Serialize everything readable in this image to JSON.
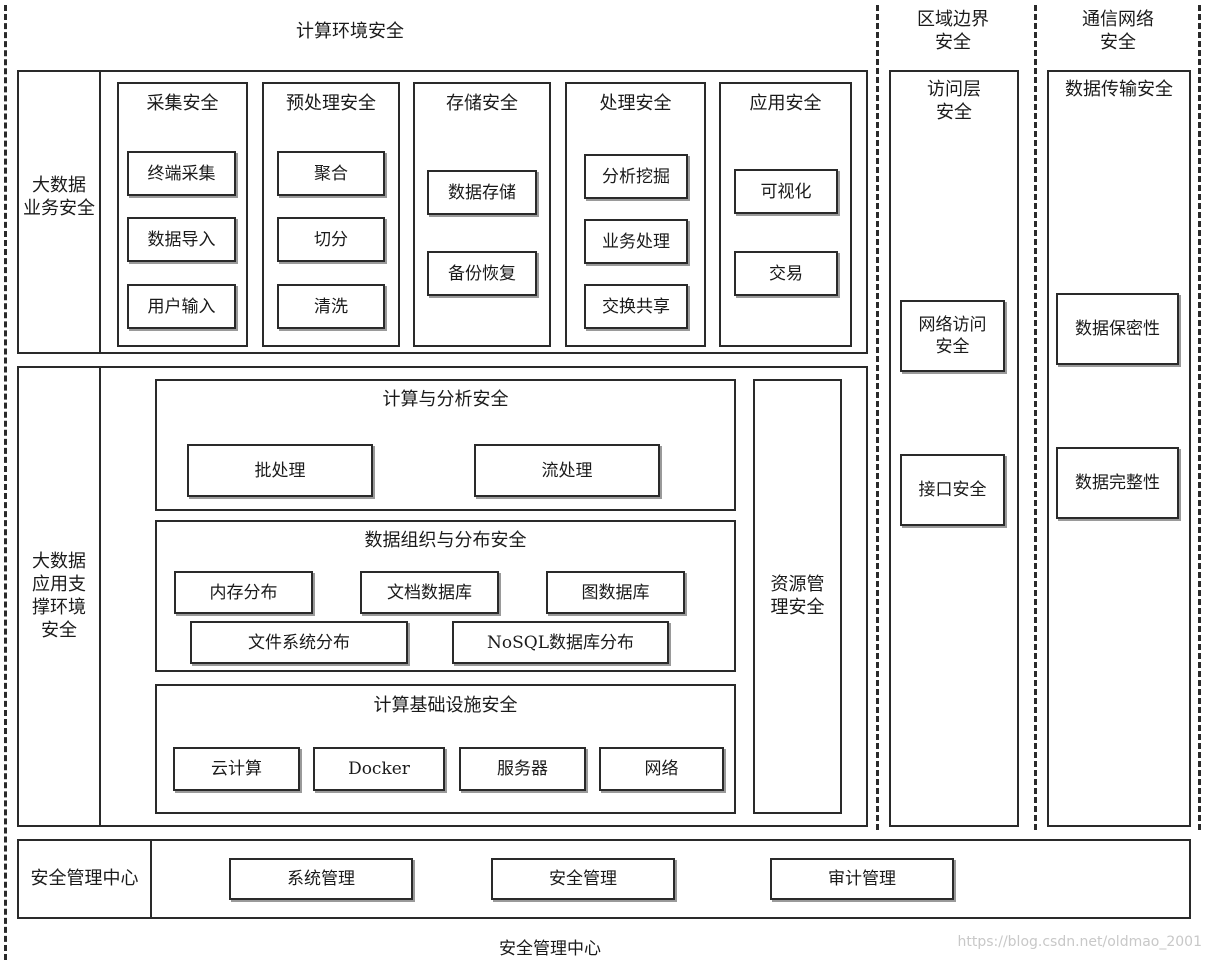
{
  "headers": {
    "compute_env": "计算环境安全",
    "region_boundary": "区域边界\n安全",
    "comm_network": "通信网络\n安全"
  },
  "bigdata_business": {
    "label": "大数据\n业务安全",
    "columns": [
      {
        "title": "采集安全",
        "items": [
          "终端采集",
          "数据导入",
          "用户输入"
        ]
      },
      {
        "title": "预处理安全",
        "items": [
          "聚合",
          "切分",
          "清洗"
        ]
      },
      {
        "title": "存储安全",
        "items": [
          "数据存储",
          "备份恢复"
        ]
      },
      {
        "title": "处理安全",
        "items": [
          "分析挖掘",
          "业务处理",
          "交换共享"
        ]
      },
      {
        "title": "应用安全",
        "items": [
          "可视化",
          "交易"
        ]
      }
    ]
  },
  "support_env": {
    "label": "大数据\n应用支\n撑环境\n安全",
    "compute_analysis": {
      "title": "计算与分析安全",
      "items": [
        "批处理",
        "流处理"
      ]
    },
    "data_org": {
      "title": "数据组织与分布安全",
      "items": [
        "内存分布",
        "文档数据库",
        "图数据库",
        "文件系统分布",
        "NoSQL数据库分布"
      ]
    },
    "infrastructure": {
      "title": "计算基础设施安全",
      "items": [
        "云计算",
        "Docker",
        "服务器",
        "网络"
      ]
    },
    "resource_mgmt": "资源管\n理安全"
  },
  "access_layer": {
    "title": "访问层\n安全",
    "items": [
      "网络访问\n安全",
      "接口安全"
    ]
  },
  "data_transfer": {
    "title": "数据传输安全",
    "items": [
      "数据保密性",
      "数据完整性"
    ]
  },
  "security_center": {
    "label": "安全管理中心",
    "items": [
      "系统管理",
      "安全管理",
      "审计管理"
    ],
    "caption": "安全管理中心"
  },
  "watermark": "https://blog.csdn.net/oldmao_2001"
}
